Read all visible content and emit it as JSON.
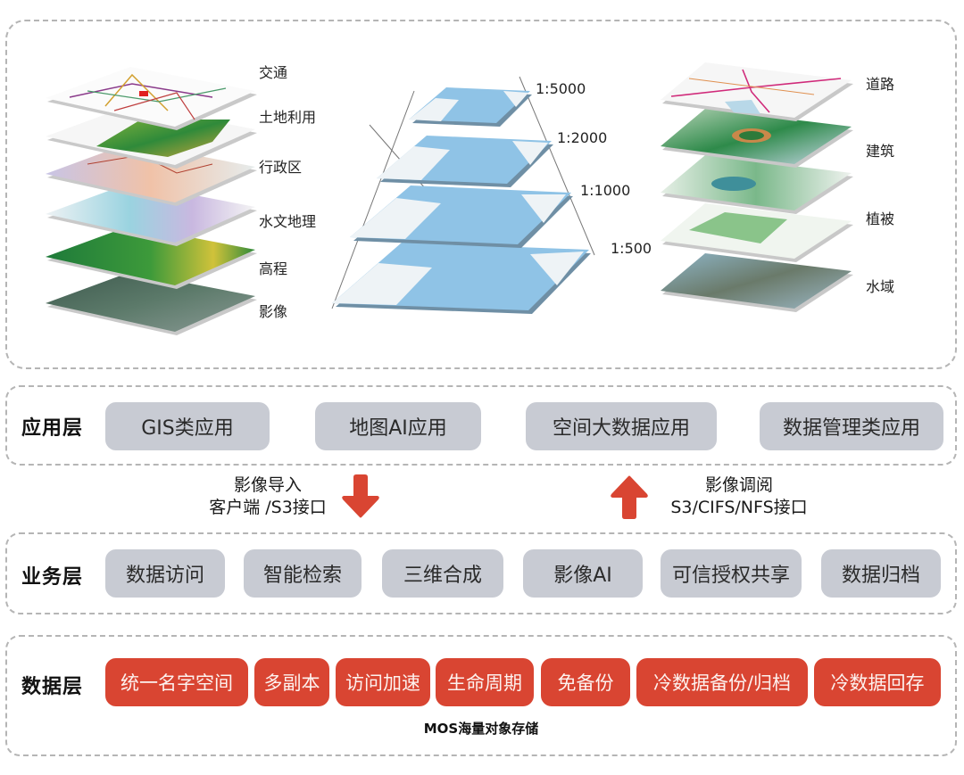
{
  "top_illustration": {
    "left_stack": {
      "labels": [
        "交通",
        "土地利用",
        "行政区",
        "水文地理",
        "高程",
        "影像"
      ]
    },
    "pyramid": {
      "scales": [
        "1:5000",
        "1:2000",
        "1:1000",
        "1:500"
      ]
    },
    "right_stack": {
      "labels": [
        "道路",
        "建筑",
        "植被",
        "水域"
      ]
    }
  },
  "application_layer": {
    "title": "应用层",
    "items": [
      "GIS类应用",
      "地图AI应用",
      "空间大数据应用",
      "数据管理类应用"
    ]
  },
  "flows": {
    "import": {
      "line1": "影像导入",
      "line2": "客户端 /S3接口",
      "direction": "down"
    },
    "retrieve": {
      "line1": "影像调阅",
      "line2": "S3/CIFS/NFS接口",
      "direction": "up"
    },
    "arrow_color": "#d94532"
  },
  "business_layer": {
    "title": "业务层",
    "items": [
      "数据访问",
      "智能检索",
      "三维合成",
      "影像AI",
      "可信授权共享",
      "数据归档"
    ]
  },
  "data_layer": {
    "title": "数据层",
    "items": [
      "统一名字空间",
      "多副本",
      "访问加速",
      "生命周期",
      "免备份",
      "冷数据备份/归档",
      "冷数据回存"
    ],
    "footer": "MOS海量对象存储"
  },
  "colors": {
    "gray_chip": "#c8cbd3",
    "red_chip": "#d94532",
    "map_blue": "#8fc3e6"
  }
}
